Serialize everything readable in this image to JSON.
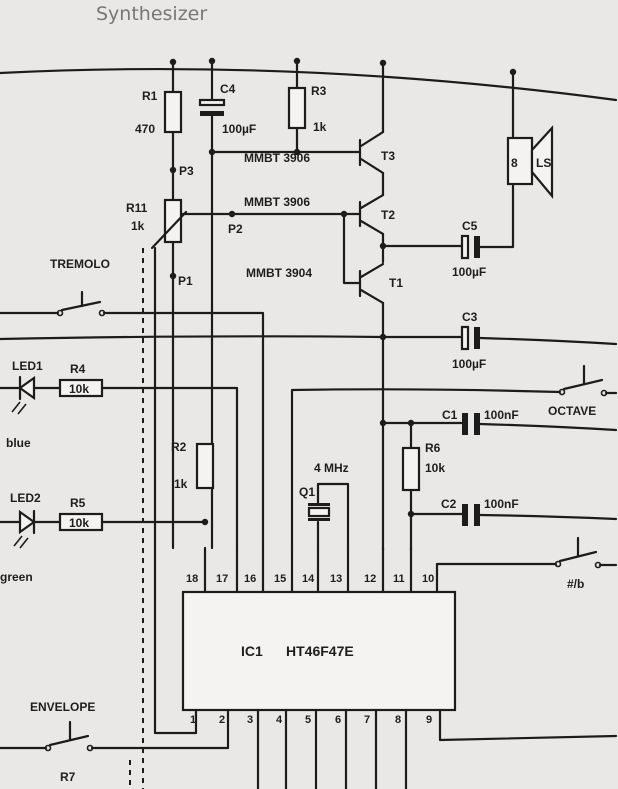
{
  "header": {
    "title": "Synthesizer"
  },
  "components": {
    "R1": {
      "ref": "R1",
      "value": "470"
    },
    "R2": {
      "ref": "R2",
      "value": "1k"
    },
    "R3": {
      "ref": "R3",
      "value": "1k"
    },
    "R4": {
      "ref": "R4",
      "value": "10k"
    },
    "R5": {
      "ref": "R5",
      "value": "10k"
    },
    "R6": {
      "ref": "R6",
      "value": "10k"
    },
    "R7": {
      "ref": "R7"
    },
    "R11": {
      "ref": "R11",
      "value": "1k"
    },
    "C1": {
      "ref": "C1",
      "value": "100nF"
    },
    "C2": {
      "ref": "C2",
      "value": "100nF"
    },
    "C3": {
      "ref": "C3",
      "value": "100µF"
    },
    "C4": {
      "ref": "C4",
      "value": "100µF"
    },
    "C5": {
      "ref": "C5",
      "value": "100µF"
    },
    "T1": {
      "ref": "T1",
      "part": "MMBT 3904"
    },
    "T2": {
      "ref": "T2",
      "part": "MMBT 3906"
    },
    "T3": {
      "ref": "T3",
      "part": "MMBT 3906"
    },
    "Q1": {
      "ref": "Q1",
      "value": "4 MHz"
    },
    "LED1": {
      "ref": "LED1",
      "color": "blue"
    },
    "LED2": {
      "ref": "LED2",
      "color": "green"
    },
    "LS": {
      "ref": "LS",
      "impedance": "8"
    },
    "IC1": {
      "ref": "IC1",
      "part": "HT46F47E"
    }
  },
  "points": {
    "p1": "P1",
    "p2": "P2",
    "p3": "P3"
  },
  "switches": {
    "tremolo": "TREMOLO",
    "octave": "OCTAVE",
    "envelope": "ENVELOPE",
    "sharp_flat": "#/b"
  },
  "ic_pins": {
    "top": [
      "18",
      "17",
      "16",
      "15",
      "14",
      "13",
      "12",
      "11",
      "10"
    ],
    "bottom": [
      "1",
      "2",
      "3",
      "4",
      "5",
      "6",
      "7",
      "8",
      "9"
    ]
  },
  "colors": {
    "ink": "#1c1c1c",
    "paper": "#e9e8e6",
    "title": "#777777"
  }
}
